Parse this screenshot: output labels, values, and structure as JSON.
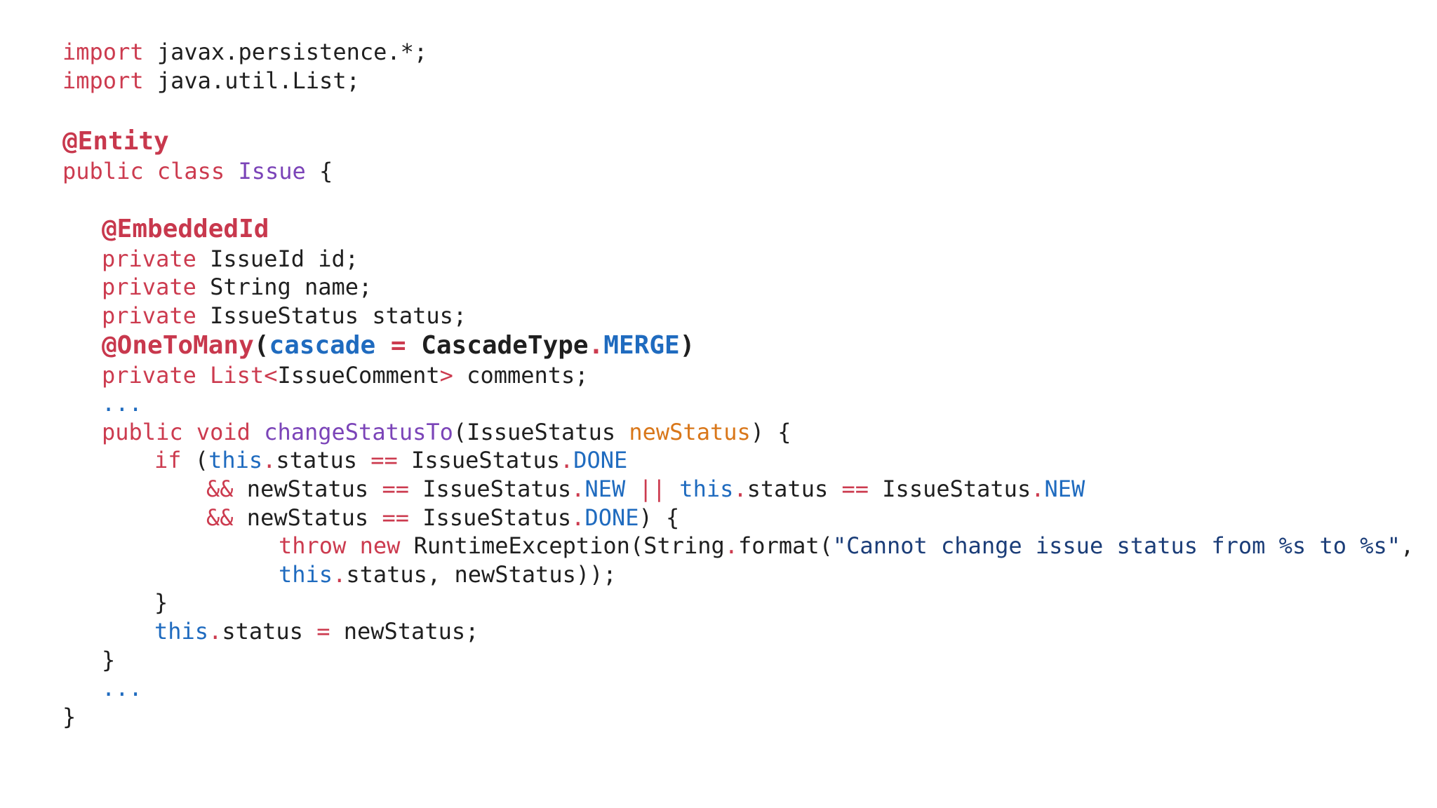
{
  "colors": {
    "keyword": "#cc3b4f",
    "annotation": "#c8384d",
    "type_name": "#7b44b8",
    "method_name": "#7b44b8",
    "enum_constant": "#1f6bbf",
    "this_keyword": "#1f6bbf",
    "parameter": "#d9771a",
    "string": "#1b3d78",
    "operator": "#cc3b4f",
    "plain": "#1f1f1f",
    "ellipsis": "#1f6bbf"
  },
  "code": {
    "lines": [
      {
        "indent": 0,
        "tokens": [
          {
            "t": "import",
            "c": "keyword"
          },
          {
            "t": " javax.persistence.*;",
            "c": "plain"
          }
        ]
      },
      {
        "indent": 0,
        "tokens": [
          {
            "t": "import",
            "c": "keyword"
          },
          {
            "t": " java.util.List;",
            "c": "plain"
          }
        ]
      },
      {
        "blank": true
      },
      {
        "indent": 0,
        "big": true,
        "tokens": [
          {
            "t": "@Entity",
            "c": "annotation"
          }
        ]
      },
      {
        "indent": 0,
        "tokens": [
          {
            "t": "public class ",
            "c": "keyword"
          },
          {
            "t": "Issue",
            "c": "type_name"
          },
          {
            "t": " {",
            "c": "plain"
          }
        ]
      },
      {
        "blank": true,
        "short": true
      },
      {
        "indent": 1,
        "big": true,
        "tokens": [
          {
            "t": "@EmbeddedId",
            "c": "annotation"
          }
        ]
      },
      {
        "indent": 1,
        "tokens": [
          {
            "t": "private",
            "c": "keyword"
          },
          {
            "t": " IssueId id;",
            "c": "plain"
          }
        ]
      },
      {
        "indent": 1,
        "tokens": [
          {
            "t": "private",
            "c": "keyword"
          },
          {
            "t": " String name;",
            "c": "plain"
          }
        ]
      },
      {
        "indent": 1,
        "tokens": [
          {
            "t": "private",
            "c": "keyword"
          },
          {
            "t": " IssueStatus status;",
            "c": "plain"
          }
        ]
      },
      {
        "indent": 1,
        "big": true,
        "tokens": [
          {
            "t": "@OneToMany",
            "c": "annotation"
          },
          {
            "t": "(",
            "c": "plain"
          },
          {
            "t": "cascade",
            "c": "enum_constant"
          },
          {
            "t": " = ",
            "c": "operator"
          },
          {
            "t": "CascadeType",
            "c": "plain"
          },
          {
            "t": ".",
            "c": "operator"
          },
          {
            "t": "MERGE",
            "c": "enum_constant"
          },
          {
            "t": ")",
            "c": "plain"
          }
        ]
      },
      {
        "indent": 1,
        "tokens": [
          {
            "t": "private",
            "c": "keyword"
          },
          {
            "t": " List<",
            "c": "keyword"
          },
          {
            "t": "IssueComment",
            "c": "plain"
          },
          {
            "t": ">",
            "c": "keyword"
          },
          {
            "t": " comments;",
            "c": "plain"
          }
        ]
      },
      {
        "indent": 1,
        "tokens": [
          {
            "t": "...",
            "c": "ellipsis"
          }
        ]
      },
      {
        "indent": 1,
        "tokens": [
          {
            "t": "public void ",
            "c": "keyword"
          },
          {
            "t": "changeStatusTo",
            "c": "method_name"
          },
          {
            "t": "(IssueStatus ",
            "c": "plain"
          },
          {
            "t": "newStatus",
            "c": "parameter"
          },
          {
            "t": ") {",
            "c": "plain"
          }
        ]
      },
      {
        "indent": 2,
        "tokens": [
          {
            "t": "if",
            "c": "keyword"
          },
          {
            "t": " (",
            "c": "plain"
          },
          {
            "t": "this",
            "c": "this_keyword"
          },
          {
            "t": ".",
            "c": "operator"
          },
          {
            "t": "status ",
            "c": "plain"
          },
          {
            "t": "==",
            "c": "operator"
          },
          {
            "t": " IssueStatus",
            "c": "plain"
          },
          {
            "t": ".",
            "c": "operator"
          },
          {
            "t": "DONE",
            "c": "enum_constant"
          }
        ]
      },
      {
        "indent": 3,
        "tokens": [
          {
            "t": "&&",
            "c": "operator"
          },
          {
            "t": " newStatus ",
            "c": "plain"
          },
          {
            "t": "==",
            "c": "operator"
          },
          {
            "t": " IssueStatus",
            "c": "plain"
          },
          {
            "t": ".",
            "c": "operator"
          },
          {
            "t": "NEW",
            "c": "enum_constant"
          },
          {
            "t": " || ",
            "c": "operator"
          },
          {
            "t": "this",
            "c": "this_keyword"
          },
          {
            "t": ".",
            "c": "operator"
          },
          {
            "t": "status ",
            "c": "plain"
          },
          {
            "t": "==",
            "c": "operator"
          },
          {
            "t": " IssueStatus",
            "c": "plain"
          },
          {
            "t": ".",
            "c": "operator"
          },
          {
            "t": "NEW",
            "c": "enum_constant"
          }
        ]
      },
      {
        "indent": 3,
        "tokens": [
          {
            "t": "&&",
            "c": "operator"
          },
          {
            "t": " newStatus ",
            "c": "plain"
          },
          {
            "t": "==",
            "c": "operator"
          },
          {
            "t": " IssueStatus",
            "c": "plain"
          },
          {
            "t": ".",
            "c": "operator"
          },
          {
            "t": "DONE",
            "c": "enum_constant"
          },
          {
            "t": ") {",
            "c": "plain"
          }
        ]
      },
      {
        "indent": 4,
        "tokens": [
          {
            "t": "throw new",
            "c": "keyword"
          },
          {
            "t": " RuntimeException(String",
            "c": "plain"
          },
          {
            "t": ".",
            "c": "operator"
          },
          {
            "t": "format(",
            "c": "plain"
          },
          {
            "t": "\"Cannot change issue status from %s to %s\"",
            "c": "string"
          },
          {
            "t": ",",
            "c": "plain"
          }
        ]
      },
      {
        "indent": 4,
        "tokens": [
          {
            "t": "this",
            "c": "this_keyword"
          },
          {
            "t": ".",
            "c": "operator"
          },
          {
            "t": "status, newStatus));",
            "c": "plain"
          }
        ]
      },
      {
        "indent": 2,
        "tokens": [
          {
            "t": "}",
            "c": "plain"
          }
        ]
      },
      {
        "indent": 2,
        "tokens": [
          {
            "t": "this",
            "c": "this_keyword"
          },
          {
            "t": ".",
            "c": "operator"
          },
          {
            "t": "status ",
            "c": "plain"
          },
          {
            "t": "=",
            "c": "operator"
          },
          {
            "t": " newStatus;",
            "c": "plain"
          }
        ]
      },
      {
        "indent": 1,
        "tokens": [
          {
            "t": "}",
            "c": "plain"
          }
        ]
      },
      {
        "indent": 1,
        "tokens": [
          {
            "t": "...",
            "c": "ellipsis"
          }
        ]
      },
      {
        "indent": 0,
        "tokens": [
          {
            "t": "}",
            "c": "plain"
          }
        ]
      }
    ]
  }
}
